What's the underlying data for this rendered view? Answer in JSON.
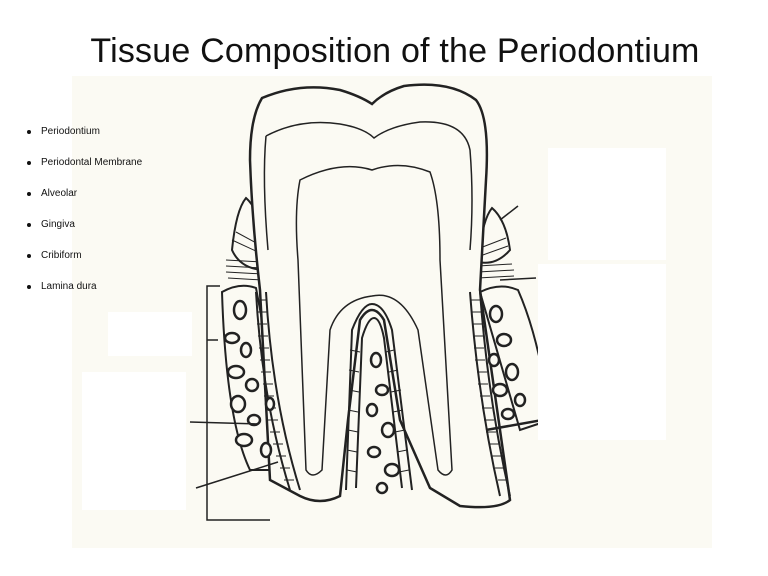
{
  "slide": {
    "title": "Tissue Composition of the Periodontium"
  },
  "terms": [
    "Periodontium",
    "Periodontal Membrane",
    "Alveolar",
    "Gingiva",
    "Cribiform",
    "Lamina dura"
  ],
  "colors": {
    "line": "#222222",
    "paper": "#fbfaf3",
    "blank": "#ffffff"
  }
}
